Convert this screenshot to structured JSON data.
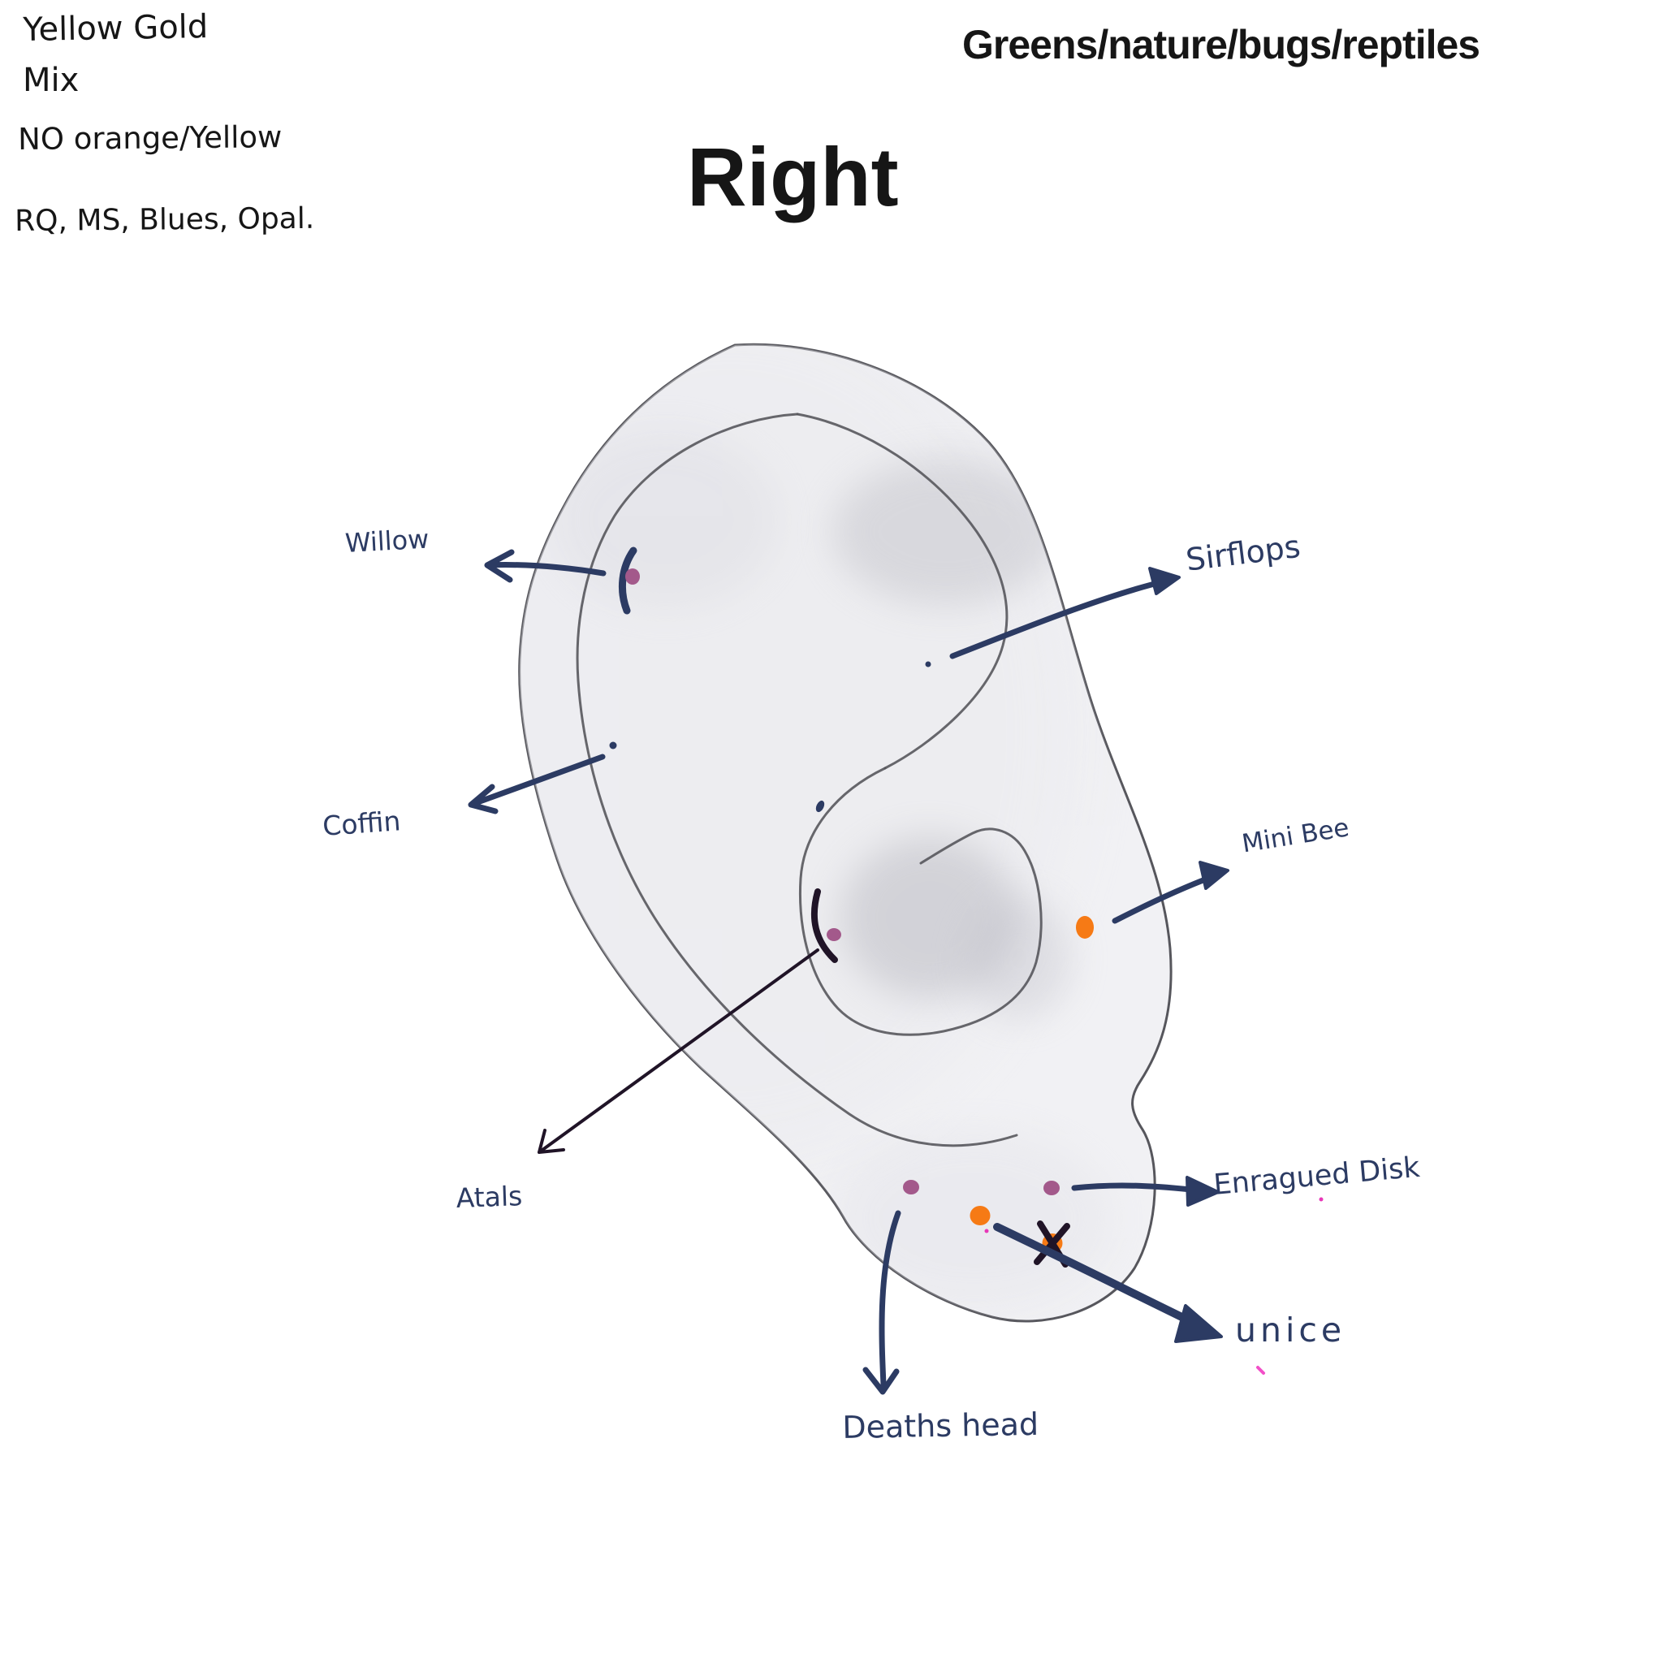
{
  "palette_notes": {
    "metal_line1": "Yellow Gold",
    "metal_line2": "Mix",
    "exclusions": "NO orange/Yellow",
    "materials": "RQ, MS, Blues, Opal."
  },
  "header": {
    "theme": "Greens/nature/bugs/reptiles",
    "side": "Right"
  },
  "piercings": {
    "willow": "Willow",
    "sirflops": "Sirflops",
    "coffin": "Coffin",
    "mini_bee": "Mini Bee",
    "atals": "Atals",
    "enragued_disk": "Enragued Disk",
    "unice": "unice",
    "deaths_head": "Deaths head"
  },
  "colors": {
    "ink_navy": "#2c3b63",
    "ink_black": "#161616",
    "arrow_black": "#201427",
    "dot_purple": "#a3598b",
    "dot_orange": "#f67a15",
    "dot_magenta": "#e838b8",
    "mark_pink": "#f24fc8",
    "ear_fill": "#f1f1f4",
    "ear_line": "#56565c"
  }
}
